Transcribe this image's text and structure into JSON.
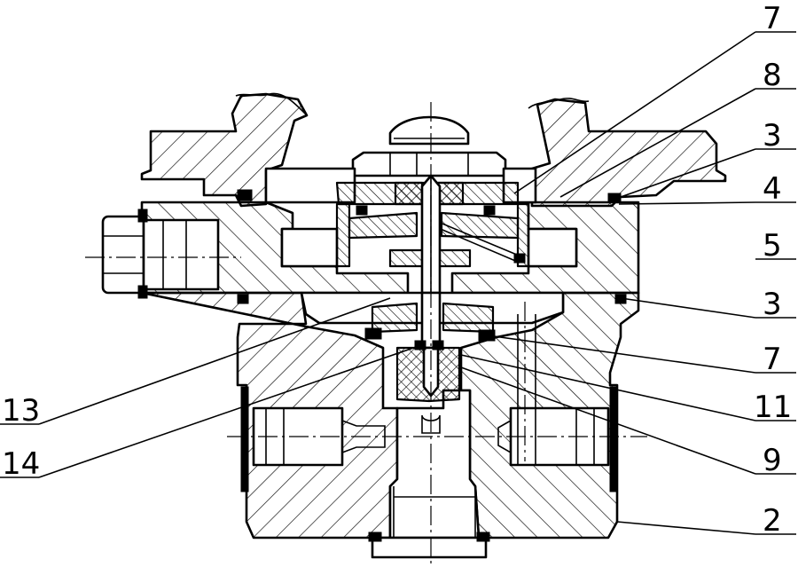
{
  "labels": {
    "right": [
      "7",
      "8",
      "3",
      "4",
      "5",
      "3",
      "7",
      "11",
      "9",
      "2"
    ],
    "left": [
      "13",
      "14"
    ]
  }
}
